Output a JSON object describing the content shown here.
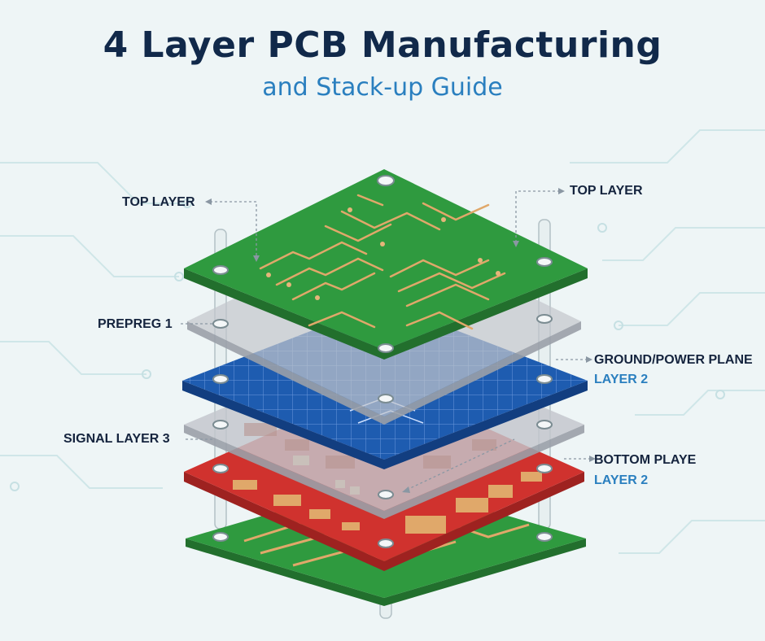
{
  "header": {
    "title": "4 Layer PCB Manufacturing",
    "subtitle": "and Stack-up Guide"
  },
  "labels": {
    "top_left": "TOP LAYER",
    "top_right": "TOP LAYER",
    "prepreg": "PREPREG 1",
    "ground_power": "GROUND/POWER PLANE",
    "ground_power_sub": "LAYER 2",
    "signal": "SIGNAL LAYER 3",
    "bottom": "BOTTOM PLAYE",
    "bottom_sub": "LAYER 2"
  },
  "colors": {
    "title": "#11294a",
    "subtitle": "#2a7fbf",
    "board_green": "#2f9a3f",
    "prepreg_gray": "#b9bcc2",
    "plane_blue": "#1e5cb0",
    "bottom_red": "#d0322e",
    "copper": "#e0a86a"
  }
}
